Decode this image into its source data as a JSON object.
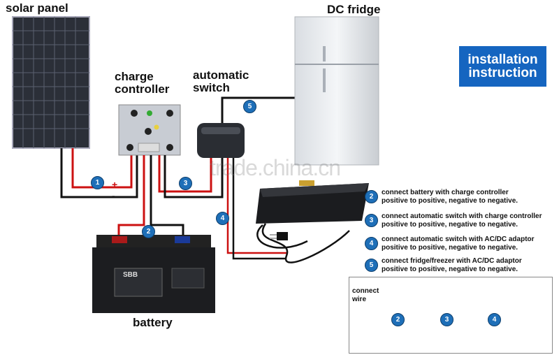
{
  "labels": {
    "solar_panel": "solar panel",
    "charge_controller_1": "charge",
    "charge_controller_2": "controller",
    "automatic_switch_1": "automatic",
    "automatic_switch_2": "switch",
    "dc_fridge": "DC fridge",
    "battery": "battery",
    "installation_1": "installation",
    "installation_2": "instruction",
    "connect_wire_1": "connect",
    "connect_wire_2": "wire",
    "watermark": "trade.china.cn"
  },
  "battery_brand": "SBB",
  "wire_markers": [
    "1",
    "2",
    "3",
    "4",
    "5"
  ],
  "polarity": {
    "plus": "+",
    "minus": "-"
  },
  "steps": [
    {
      "num": "2",
      "line1": "connect battery with charge controller",
      "line2": "positive to positive, negative to negative."
    },
    {
      "num": "3",
      "line1": "connect automatic switch with charge controller",
      "line2": "positive to positive, negative to negative."
    },
    {
      "num": "4",
      "line1": "connect automatic switch with AC/DC adaptor",
      "line2": "positive to positive, negative to negative."
    },
    {
      "num": "5",
      "line1": "connect fridge/freezer with AC/DC adaptor",
      "line2": "positive to positive, negative to negative."
    }
  ],
  "wire_photos": [
    "2",
    "3",
    "4"
  ],
  "colors": {
    "badge": "#1e6fb8",
    "install_box": "#1565c0",
    "wire_red": "#cc1111",
    "wire_black": "#111111"
  }
}
